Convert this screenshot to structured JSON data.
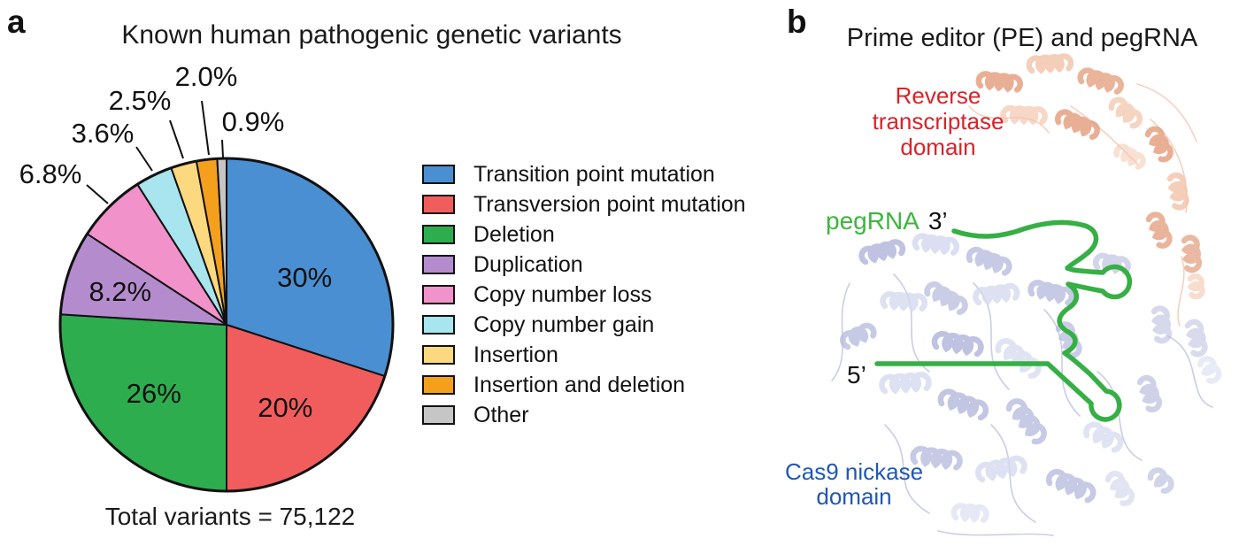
{
  "figure": {
    "panel_a": {
      "panel_label": "a",
      "title": "Known human pathogenic genetic variants",
      "total_caption": "Total variants = 75,122"
    },
    "panel_b": {
      "panel_label": "b",
      "title": "Prime editor (PE) and pegRNA",
      "labels": {
        "reverse_transcriptase": {
          "lines": [
            "Reverse",
            "transcriptase",
            "domain"
          ],
          "color": "#d8232a"
        },
        "pegrna": {
          "text": "pegRNA",
          "color": "#3cb63c"
        },
        "three_prime": "3’",
        "five_prime": "5’",
        "cas9": {
          "lines": [
            "Cas9 nickase",
            "domain"
          ],
          "color": "#2157b5"
        }
      },
      "structure_colors": {
        "reverse_transcriptase_domain": "#e39b7a",
        "reverse_transcriptase_domain_light": "#f3c6ae",
        "cas9_nickase_domain": "#b4b8dc",
        "cas9_nickase_domain_light": "#d6d9ee",
        "pegrna_strand": "#36af45"
      }
    }
  },
  "chart_data": {
    "type": "pie",
    "title": "Known human pathogenic genetic variants",
    "unit": "%",
    "start_angle_deg": 0,
    "direction": "clockwise",
    "legend_position": "right",
    "slices": [
      {
        "label": "Transition point mutation",
        "value": 30,
        "display": "30%",
        "color": "#4a8fd2"
      },
      {
        "label": "Transversion point mutation",
        "value": 20,
        "display": "20%",
        "color": "#f15d5d"
      },
      {
        "label": "Deletion",
        "value": 26,
        "display": "26%",
        "color": "#2ead4f"
      },
      {
        "label": "Duplication",
        "value": 8.2,
        "display": "8.2%",
        "color": "#b48cce"
      },
      {
        "label": "Copy number loss",
        "value": 6.8,
        "display": "6.8%",
        "color": "#f292ca"
      },
      {
        "label": "Copy number gain",
        "value": 3.6,
        "display": "3.6%",
        "color": "#a9e5ee"
      },
      {
        "label": "Insertion",
        "value": 2.5,
        "display": "2.5%",
        "color": "#fcd97e"
      },
      {
        "label": "Insertion and deletion",
        "value": 2.0,
        "display": "2.0%",
        "color": "#f5a01d"
      },
      {
        "label": "Other",
        "value": 0.9,
        "display": "0.9%",
        "color": "#c6c6c7"
      }
    ],
    "total_variants": 75122,
    "total_caption": "Total variants = 75,122"
  }
}
